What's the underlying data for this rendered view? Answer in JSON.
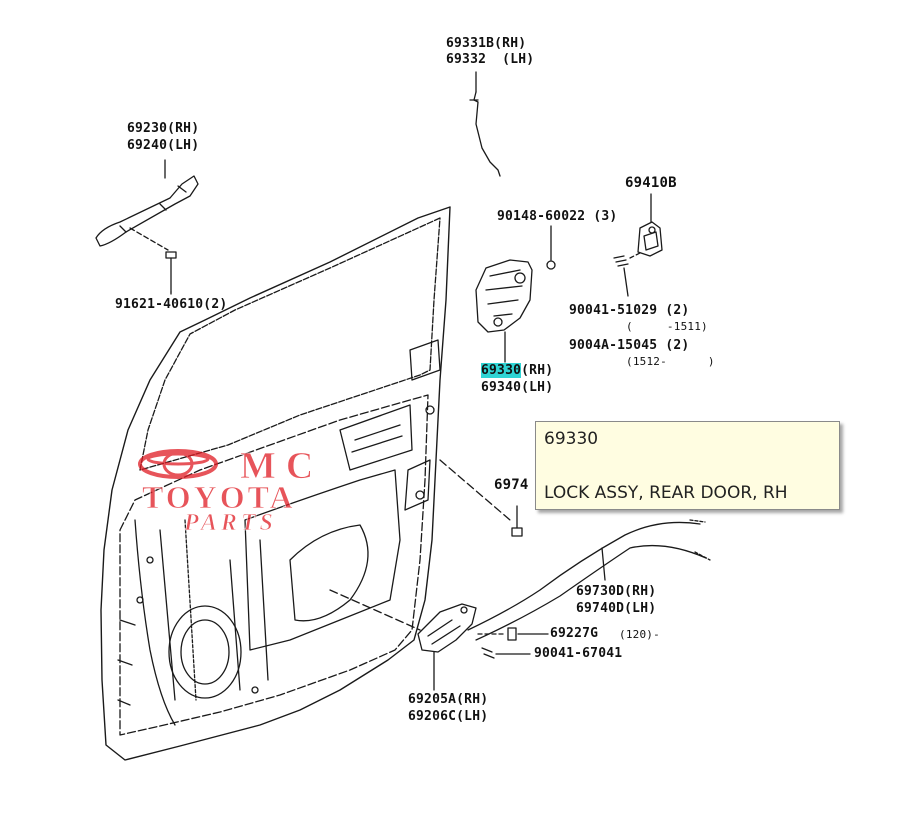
{
  "diagram": {
    "labels": {
      "p69331_rh": "69331B(RH)",
      "p69332_lh": "69332  (LH)",
      "p69230_rh": "69230(RH)",
      "p69240_lh": "69240(LH)",
      "p69410b": "69410B",
      "p90148": "90148-60022 (3)",
      "p91621": "91621-40610(2)",
      "p90041_51029": "90041-51029 (2)",
      "p90041_51029_note": "(     -1511)",
      "p90044_15045": "9004A-15045 (2)",
      "p90044_15045_note": "(1512-      )",
      "p69330_rh_num": "69330",
      "p69330_rh_side": "(RH)",
      "p69340_lh": "69340(LH)",
      "p697_partial": "6974",
      "p69730d_rh": "69730D(RH)",
      "p69740d_lh": "69740D(LH)",
      "p69227g": "69227G",
      "p69227g_note": "(120)-",
      "p90041_67041": "90041-67041",
      "p69205a_rh": "69205A(RH)",
      "p69206c_lh": "69206C(LH)"
    },
    "tooltip": {
      "part_number": "69330",
      "description": "LOCK ASSY, REAR DOOR, RH"
    },
    "watermark": {
      "line1": "MC",
      "line2": "TOYOTA",
      "line3": "PARTS"
    },
    "colors": {
      "line": "#1a1a1a",
      "highlight": "#2fd4d4",
      "tooltip_bg": "#fffde1",
      "watermark": "#e01c24"
    }
  }
}
